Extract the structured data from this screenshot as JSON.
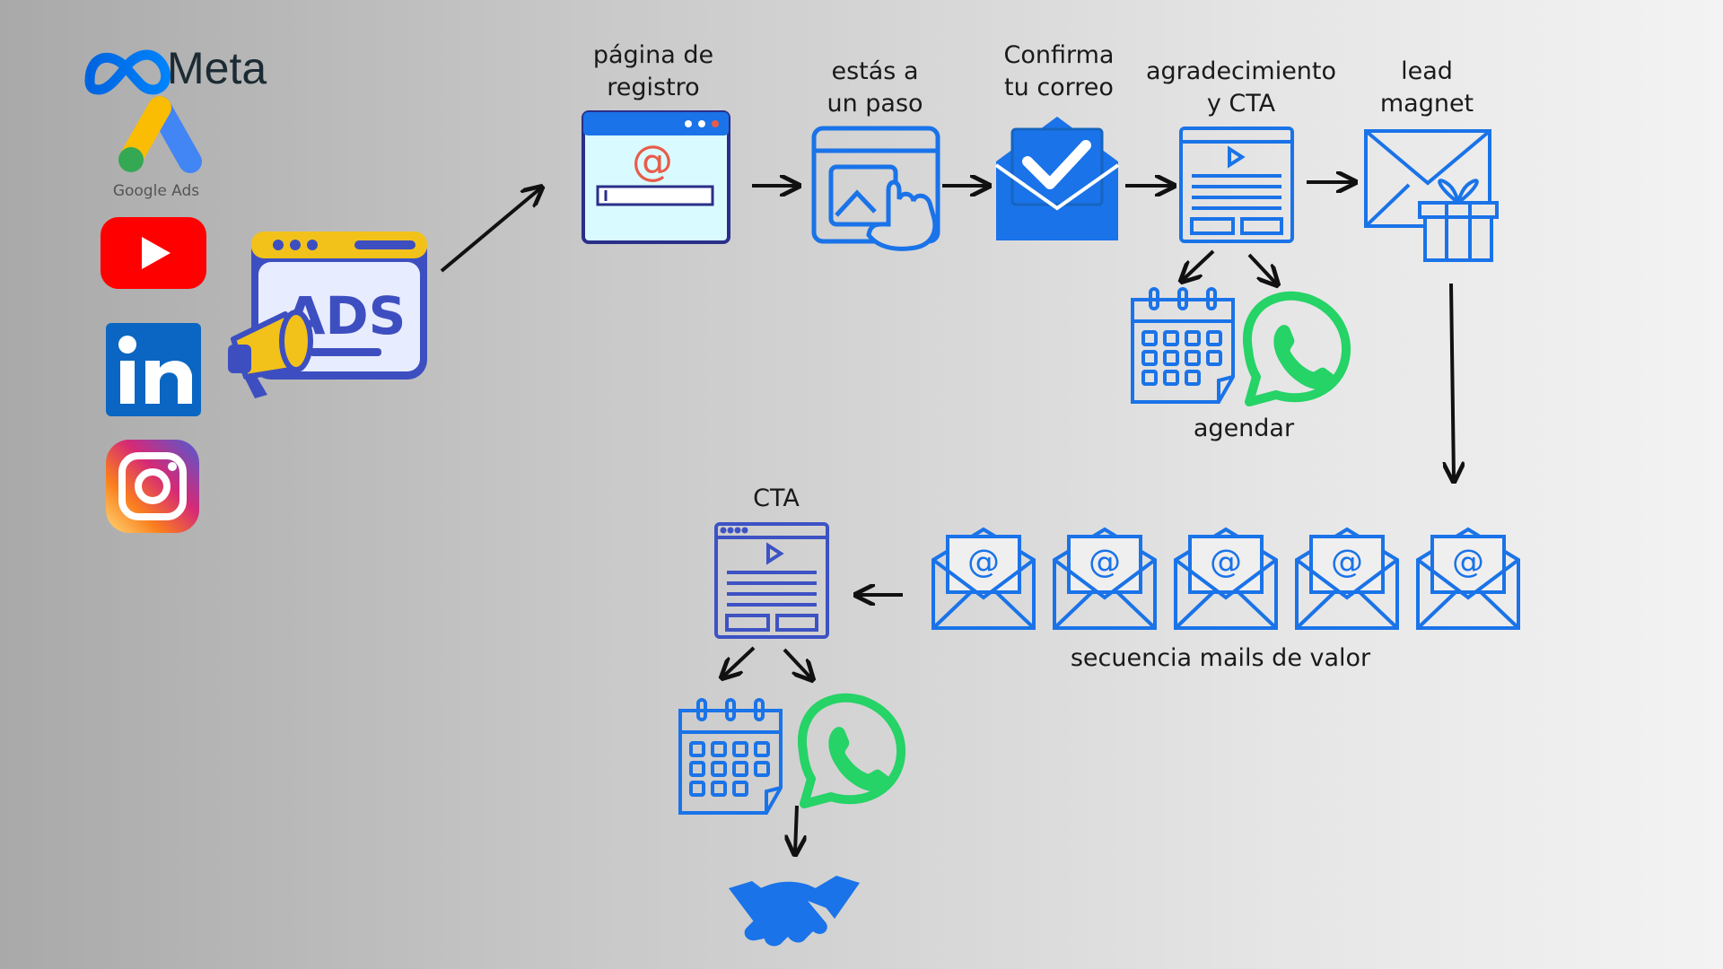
{
  "brand_logos": {
    "meta": "Meta",
    "google_ads": "Google Ads",
    "ads_badge": "ADS"
  },
  "steps": {
    "registro": [
      "página de",
      "registro"
    ],
    "paso": [
      "estás a",
      "un paso"
    ],
    "confirma": [
      "Confirma",
      "tu correo"
    ],
    "agradecimiento": [
      "agradecimiento",
      "y CTA"
    ],
    "lead": [
      "lead",
      "magnet"
    ],
    "agendar": "agendar",
    "secuencia": "secuencia mails de valor",
    "cta": "CTA"
  },
  "colors": {
    "icon_blue": "#1a73e8",
    "outline_blue": "#3d52c4",
    "whatsapp_green": "#25d366",
    "youtube_red": "#ff0000",
    "linkedin_blue": "#0a66c2",
    "arrow": "#111111"
  }
}
